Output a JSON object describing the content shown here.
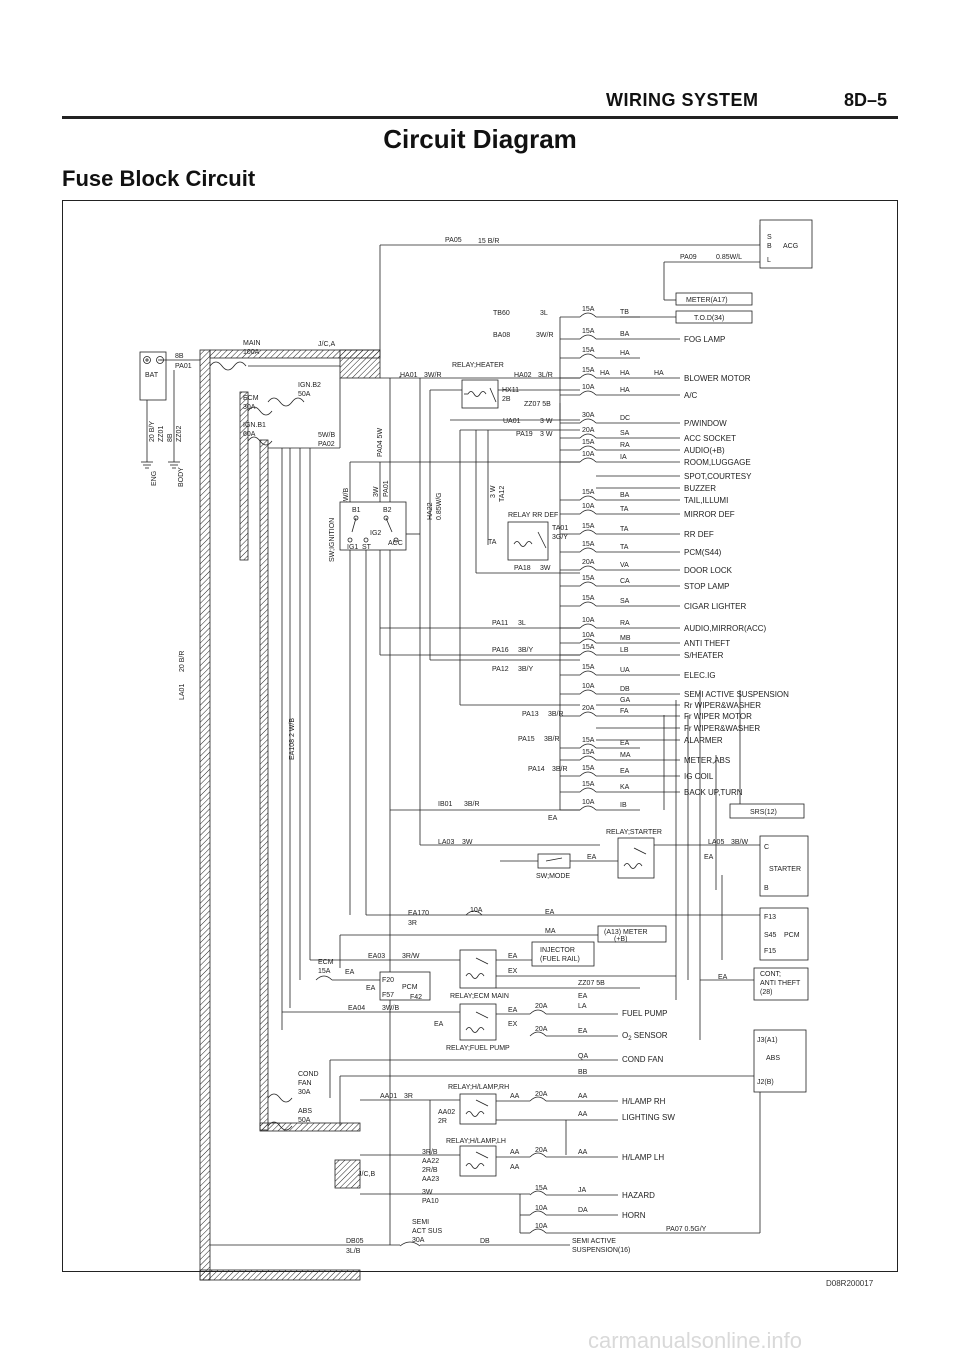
{
  "header": {
    "section_title": "WIRING SYSTEM",
    "page_number": "8D–5"
  },
  "title": "Circuit Diagram",
  "subtitle": "Fuse Block Circuit",
  "figure_code": "D08R200017",
  "watermark": "carmanualsonline.info",
  "diagram": {
    "bat": "BAT",
    "eng": "ENG",
    "body": "BODY",
    "fusible_links": {
      "main": [
        "MAIN",
        "100A"
      ],
      "ecm": [
        "ECM",
        "30A"
      ],
      "ign_b1": [
        "IGN.B1",
        "60A"
      ],
      "ign_b2": [
        "IGN.B2",
        "50A"
      ],
      "cond_fan": [
        "COND",
        "FAN",
        "30A"
      ],
      "abs": [
        "ABS",
        "50A"
      ]
    },
    "acg": {
      "terminals": [
        "S",
        "B",
        "L"
      ],
      "label": "ACG"
    },
    "meter_box": "METER(A17)",
    "tod_box": "T.O.D(34)",
    "srs_box": "SRS(12)",
    "starter": {
      "terminals": [
        "C",
        "B"
      ],
      "label": "STARTER"
    },
    "pcm": {
      "terminals": [
        "F13",
        "S45",
        "F15"
      ],
      "label": "PCM"
    },
    "cont_box": [
      "CONT;",
      "ANTI THEFT",
      "(28)"
    ],
    "abs_box": {
      "terminals": [
        "J3(A1)",
        "J2(B)"
      ],
      "label": "ABS"
    },
    "meter_a13": [
      "(A13) METER",
      "(+B)"
    ],
    "injector": [
      "INJECTOR",
      "(FUEL RAIL)"
    ],
    "jc_a": "J/C,A",
    "jc_b": "J/C,B",
    "ign_switch": {
      "title": "SW;IGNITION",
      "terms": [
        "B1",
        "B2",
        "IG2",
        "IG1",
        "ST",
        "ACC"
      ]
    },
    "relays": {
      "heater": "RELAY;HEATER",
      "rr_def": "RELAY RR DEF",
      "starter": "RELAY;STARTER",
      "sw_mode": "SW;MODE",
      "ecm_main": "RELAY;ECM MAIN",
      "fuel_pump": "RELAY;FUEL PUMP",
      "hlamp_rh": "RELAY;H/LAMP,RH",
      "hlamp_lh": "RELAY;H/LAMP,LH"
    },
    "wires": {
      "pa05": "PA05",
      "pa05_w": "15 B/R",
      "pa09": "PA09",
      "pa09_w": "0.85W/L",
      "tb60": "TB60",
      "tb60_w": "3L",
      "ba08": "BA08",
      "ba08_w": "3W/R",
      "ha01": "HA01",
      "ha01_w": "3W/R",
      "ha02": "HA02",
      "ha02_w": "3L/R",
      "hx11": "HX11",
      "hx11_w": "2B",
      "zz07a": "ZZ07 5B",
      "ua01": "UA01",
      "ua01_w": "3 W",
      "pa19": "PA19",
      "pa19_w": "3 W",
      "pa01": "8B",
      "pa01_c": "PA01",
      "pa02": "5W/B",
      "pa02_c": "PA02",
      "pa04": "PA04 5W",
      "zz": [
        "20 B/Y",
        "ZZ01",
        "8B",
        "ZZ02"
      ],
      "ha22": "HA22",
      "ha22_w": "0.85W/G",
      "ta12": "3 W",
      "ta12_c": "TA12",
      "ta01": "TA01",
      "ta01_w": "3G/Y",
      "pa18": "PA18",
      "pa18_w": "3W",
      "pa11": "PA11",
      "pa11_w": "3L",
      "pa16": "PA16",
      "pa16_w": "3B/Y",
      "pa12": "PA12",
      "pa12_w": "3B/Y",
      "pa13": "PA13",
      "pa13_w": "3B/R",
      "pa15": "PA15",
      "pa15_w": "3B/R",
      "pa14": "PA14",
      "pa14_w": "3B/R",
      "ib01": "IB01",
      "ib01_w": "3B/R",
      "la01": "LA01",
      "la01_w": "20 B/R",
      "ea108": "EA108 2 W/B",
      "la03": "LA03",
      "la03_w": "3W",
      "la05": "LA05",
      "la05_w": "3B/W",
      "ea170": "EA170",
      "ea170_w": "3R",
      "ea03": "EA03",
      "ea03_w": "3R/W",
      "ea04": "EA04",
      "ea04_w": "3W/B",
      "zz07b": "ZZ07 5B",
      "aa01": "AA01",
      "aa01_w": "3R",
      "aa02": "AA02",
      "aa02_w": "2R",
      "aa22": [
        "3R/B",
        "AA22",
        "2R/B",
        "AA23"
      ],
      "pa10": "3W",
      "pa10_c": "PA10",
      "db05": "DB05",
      "db05_w": "3L/B",
      "pa07": "PA07 0.5G/Y",
      "sw_b": "3W/B",
      "sw_b2": "3W",
      "pa01b": "PA01"
    },
    "fuse_rows": [
      {
        "amp": "15A",
        "in": "",
        "out": "TB",
        "load": ""
      },
      {
        "amp": "15A",
        "in": "",
        "out": "BA",
        "load": "FOG LAMP"
      },
      {
        "amp": "15A",
        "in": "",
        "out": "HA",
        "load": ""
      },
      {
        "amp": "15A",
        "in": "HA",
        "out": "HA",
        "load": "BLOWER MOTOR"
      },
      {
        "amp": "10A",
        "in": "",
        "out": "HA",
        "load": "A/C"
      },
      {
        "amp": "30A",
        "in": "",
        "out": "DC",
        "load": "P/WINDOW"
      },
      {
        "amp": "20A",
        "in": "",
        "out": "SA",
        "load": "ACC SOCKET"
      },
      {
        "amp": "15A",
        "in": "",
        "out": "RA",
        "load": "AUDIO(+B)"
      },
      {
        "amp": "10A",
        "in": "",
        "out": "IA",
        "load": "ROOM,LUGGAGE"
      },
      {
        "amp": "",
        "in": "",
        "out": "",
        "load": "SPOT,COURTESY"
      },
      {
        "amp": "",
        "in": "",
        "out": "",
        "load": "BUZZER"
      },
      {
        "amp": "15A",
        "in": "",
        "out": "BA",
        "load": "TAIL,ILLUMI"
      },
      {
        "amp": "10A",
        "in": "",
        "out": "TA",
        "load": "MIRROR DEF"
      },
      {
        "amp": "15A",
        "in": "",
        "out": "TA",
        "load": "RR DEF"
      },
      {
        "amp": "15A",
        "in": "",
        "out": "TA",
        "load": "PCM(S44)"
      },
      {
        "amp": "20A",
        "in": "",
        "out": "VA",
        "load": "DOOR LOCK"
      },
      {
        "amp": "15A",
        "in": "",
        "out": "CA",
        "load": "STOP LAMP"
      },
      {
        "amp": "15A",
        "in": "",
        "out": "SA",
        "load": "CIGAR LIGHTER"
      },
      {
        "amp": "10A",
        "in": "",
        "out": "RA",
        "load": "AUDIO,MIRROR(ACC)"
      },
      {
        "amp": "10A",
        "in": "",
        "out": "MB",
        "load": "ANTI THEFT"
      },
      {
        "amp": "15A",
        "in": "",
        "out": "LB",
        "load": "S/HEATER"
      },
      {
        "amp": "15A",
        "in": "",
        "out": "UA",
        "load": "ELEC.IG"
      },
      {
        "amp": "10A",
        "in": "",
        "out": "DB",
        "load": "SEMI ACTIVE SUSPENSION"
      },
      {
        "amp": "",
        "in": "",
        "out": "GA",
        "load": "Rr WIPER&WASHER"
      },
      {
        "amp": "20A",
        "in": "",
        "out": "FA",
        "load": "Fr WIPER MOTOR"
      },
      {
        "amp": "",
        "in": "",
        "out": "",
        "load": "Fr WIPER&WASHER"
      },
      {
        "amp": "",
        "in": "",
        "out": "",
        "load": "ALARMER"
      },
      {
        "amp": "15A",
        "in": "",
        "out": "EA",
        "load": ""
      },
      {
        "amp": "15A",
        "in": "",
        "out": "MA",
        "load": "METER,ABS"
      },
      {
        "amp": "15A",
        "in": "",
        "out": "EA",
        "load": "IG COIL"
      },
      {
        "amp": "15A",
        "in": "",
        "out": "KA",
        "load": "BACK UP,TURN"
      },
      {
        "amp": "10A",
        "in": "",
        "out": "IB",
        "load": ""
      }
    ],
    "lower_labels": {
      "ea": "EA",
      "ma": "MA",
      "ex": "EX",
      "la": "LA",
      "qa": "QA",
      "bb": "BB",
      "aa": "AA",
      "ja": "JA",
      "da": "DA",
      "db": "DB",
      "ta": "TA",
      "a10": "10A",
      "a20": "20A",
      "a15": "15A",
      "ecm15": [
        "ECM",
        "15A"
      ],
      "pcm_small": "PCM",
      "f20": "F20",
      "f57": "F57",
      "f42": "F42",
      "semi_act": [
        "SEMI",
        "ACT SUS",
        "30A"
      ]
    },
    "lower_loads": {
      "fuel_pump": "FUEL PUMP",
      "o2": "O",
      "o2_sub": "2",
      "o2_rest": " SENSOR",
      "cond_fan": "COND FAN",
      "hlamp_rh": "H/LAMP RH",
      "lighting_sw": "LIGHTING SW",
      "hlamp_lh": "H/LAMP LH",
      "hazard": "HAZARD",
      "horn": "HORN",
      "semi_active": [
        "SEMI ACTIVE",
        "SUSPENSION(16)"
      ]
    }
  }
}
